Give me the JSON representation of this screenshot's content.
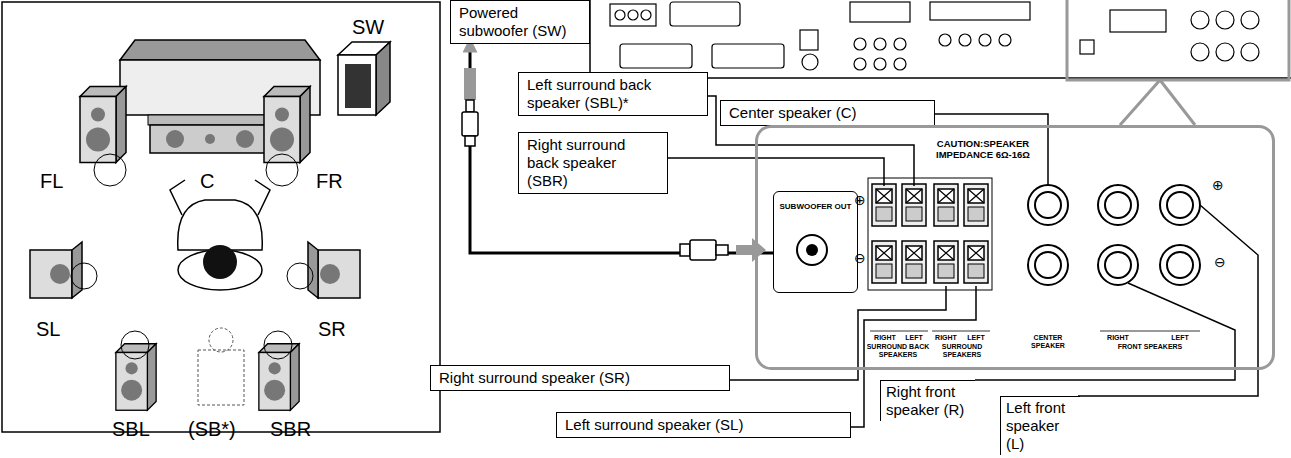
{
  "diagram": {
    "nodes": [
      {
        "text": [
          "Powered subwoofer (SW)"
        ]
      },
      {
        "text": [
          "Left surround back speaker (SBL)*"
        ]
      },
      {
        "text": [
          "Right surround back speaker (SBR)"
        ]
      },
      {
        "text": [
          "Center speaker (C)"
        ]
      },
      {
        "text": [
          "CAUTION:SPEAKER IMPEDANCE 6Ω-16Ω"
        ]
      },
      {
        "text": [
          "SUBWOOFER OUT"
        ],
        "in": 4
      },
      {
        "text": [
          "Right surround speaker (SR)"
        ]
      },
      {
        "text": [
          "Left surround speaker (SL)"
        ]
      },
      {
        "text": [
          "Right front speaker (R)"
        ]
      },
      {
        "text": [
          "Left front speaker (L)"
        ]
      }
    ],
    "edges": [
      {
        "from": 5,
        "to": 0,
        "arrow": "to"
      }
    ],
    "labels": [
      "FL",
      "C",
      "FR",
      "SW",
      "SL",
      "SR",
      "SBL",
      "(SB*)",
      "SBR",
      "⊕",
      "⊖",
      "RIGHT",
      "LEFT",
      "SURROUND BACK SPEAKERS",
      "RIGHT",
      "LEFT",
      "SURROUND SPEAKERS",
      "CENTER SPEAKER",
      "RIGHT",
      "LEFT",
      "FRONT SPEAKERS",
      "⊕",
      "⊖"
    ]
  }
}
